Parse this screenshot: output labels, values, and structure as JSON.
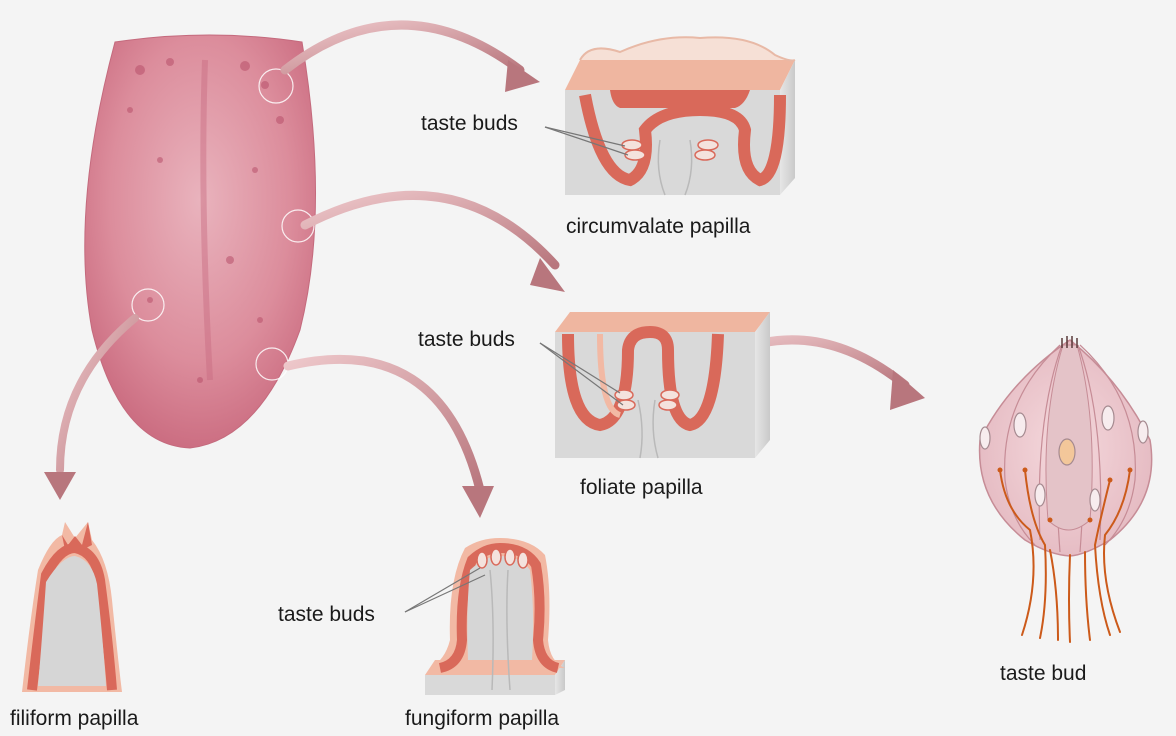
{
  "labels": {
    "circumvalate_taste_buds": "taste buds",
    "circumvalate_title": "circumvalate papilla",
    "foliate_taste_buds": "taste buds",
    "foliate_title": "foliate papilla",
    "fungiform_taste_buds": "taste buds",
    "fungiform_title": "fungiform papilla",
    "filiform_title": "filiform papilla",
    "taste_bud_title": "taste bud"
  },
  "colors": {
    "background": "#f4f4f4",
    "tongue": "#d98a9a",
    "epithelium": "#d9695a",
    "epithelium_light": "#f2b9a4",
    "tissue": "#d8d8d8",
    "arrow": "#c58a8f",
    "nerve": "#cc5a1a"
  }
}
